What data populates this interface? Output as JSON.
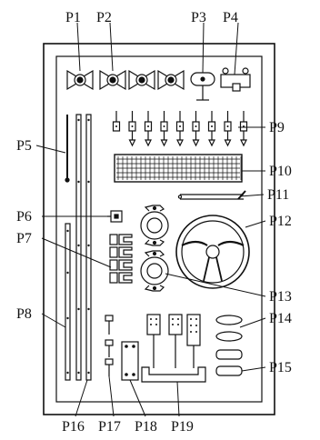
{
  "labels": {
    "p1": "P1",
    "p2": "P2",
    "p3": "P3",
    "p4": "P4",
    "p5": "P5",
    "p6": "P6",
    "p7": "P7",
    "p8": "P8",
    "p9": "P9",
    "p10": "P10",
    "p11": "P11",
    "p12": "P12",
    "p13": "P13",
    "p14": "P14",
    "p15": "P15",
    "p16": "P16",
    "p17": "P17",
    "p18": "P18",
    "p19": "P19"
  },
  "colors": {
    "line": "#111111",
    "fill_dark": "#222222",
    "background": "#ffffff"
  },
  "counts": {
    "wing_nuts": 4,
    "pins": 9,
    "slotted_parts": 4,
    "oval_rings": 2,
    "rounded_rects": 2,
    "bolts": 3
  }
}
